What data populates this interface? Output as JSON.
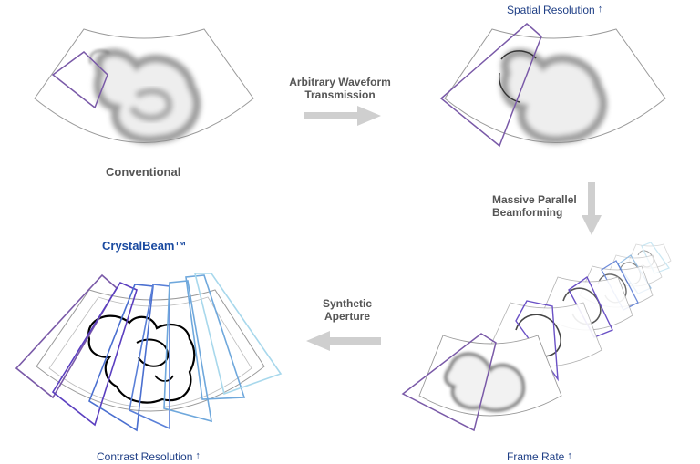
{
  "labels": {
    "conventional": "Conventional",
    "awt_line1": "Arbitrary Waveform",
    "awt_line2": "Transmission",
    "spatial": "Spatial Resolution",
    "mpb_line1": "Massive Parallel",
    "mpb_line2": "Beamforming",
    "frame_rate": "Frame Rate",
    "synthetic_line1": "Synthetic",
    "synthetic_line2": "Aperture",
    "crystalbeam": "CrystalBeam™",
    "contrast": "Contrast Resolution"
  },
  "glyphs": {
    "up_arrow": "↑"
  },
  "colors": {
    "outline": "#9a9a9a",
    "arrow_gray": "#cfcfcf",
    "purple": "#7a5aa8",
    "violet": "#5b3fc0",
    "blue": "#4a6fd0",
    "sky": "#6fa8dc",
    "light": "#a8d8ec",
    "label_blue": "#1f3f86"
  }
}
